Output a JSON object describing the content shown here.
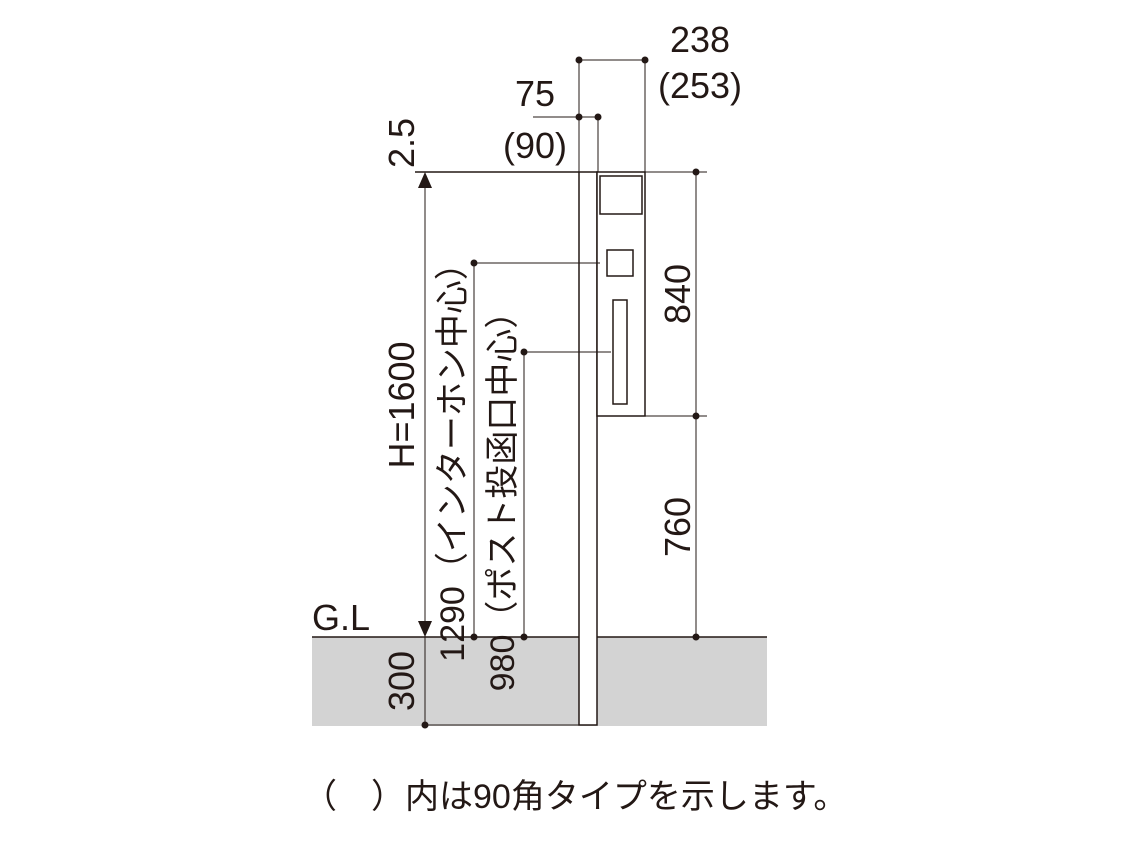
{
  "diagram": {
    "dimensions": {
      "top_width": "238",
      "top_width_alt": "(253)",
      "post_width": "75",
      "post_width_alt": "(90)",
      "top_offset": "2.5",
      "total_height": "H=1600",
      "intercom_height": "1290（インターホン中心）",
      "mail_slot_height": "980（ポスト投函口中心）",
      "panel_height": "840",
      "panel_bottom_height": "760",
      "embed_depth": "300"
    },
    "ground_label": "G.L",
    "note": "（　）内は90角タイプを示します。",
    "colors": {
      "line": "#231815",
      "ground": "#d3d3d3",
      "background": "#ffffff"
    }
  }
}
